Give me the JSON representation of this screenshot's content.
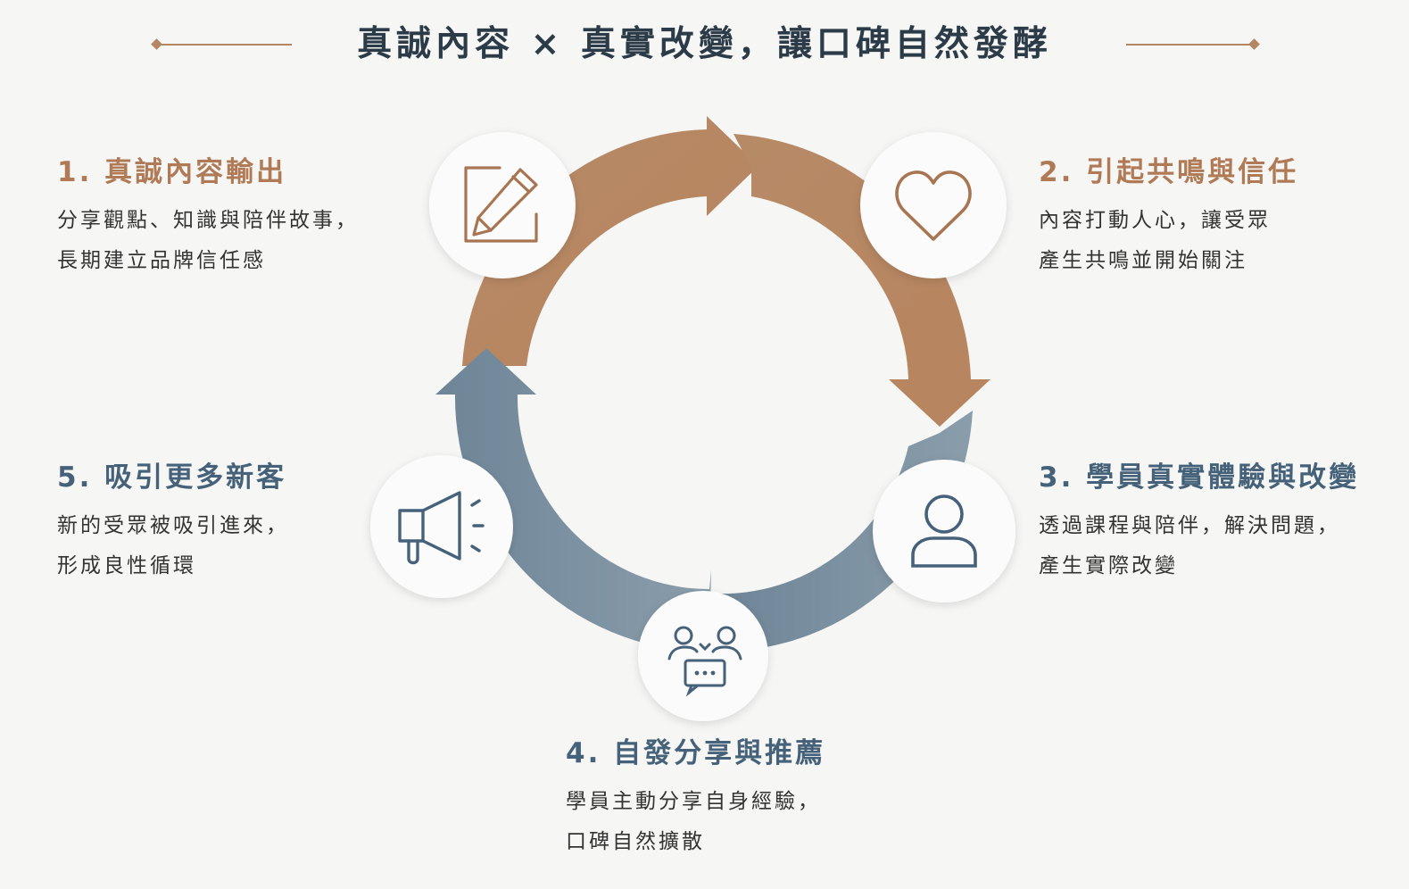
{
  "title": "真誠內容 × 真實改變，讓口碑自然發酵",
  "colors": {
    "warm": "#b48663",
    "cool": "#7a8d9c",
    "title_text": "#2c3b48"
  },
  "steps": [
    {
      "title": "1. 真誠內容輸出",
      "lines": [
        "分享觀點、知識與陪伴故事，",
        "長期建立品牌信任感"
      ],
      "icon": "edit-pencil-icon"
    },
    {
      "title": "2. 引起共鳴與信任",
      "lines": [
        "內容打動人心，讓受眾",
        "產生共鳴並開始關注"
      ],
      "icon": "heart-icon"
    },
    {
      "title": "3. 學員真實體驗與改變",
      "lines": [
        "透過課程與陪伴，解決問題，",
        "產生實際改變"
      ],
      "icon": "user-icon"
    },
    {
      "title": "4. 自發分享與推薦",
      "lines": [
        "學員主動分享自身經驗，",
        "口碑自然擴散"
      ],
      "icon": "people-chat-icon"
    },
    {
      "title": "5. 吸引更多新客",
      "lines": [
        "新的受眾被吸引進來，",
        "形成良性循環"
      ],
      "icon": "megaphone-icon"
    }
  ]
}
